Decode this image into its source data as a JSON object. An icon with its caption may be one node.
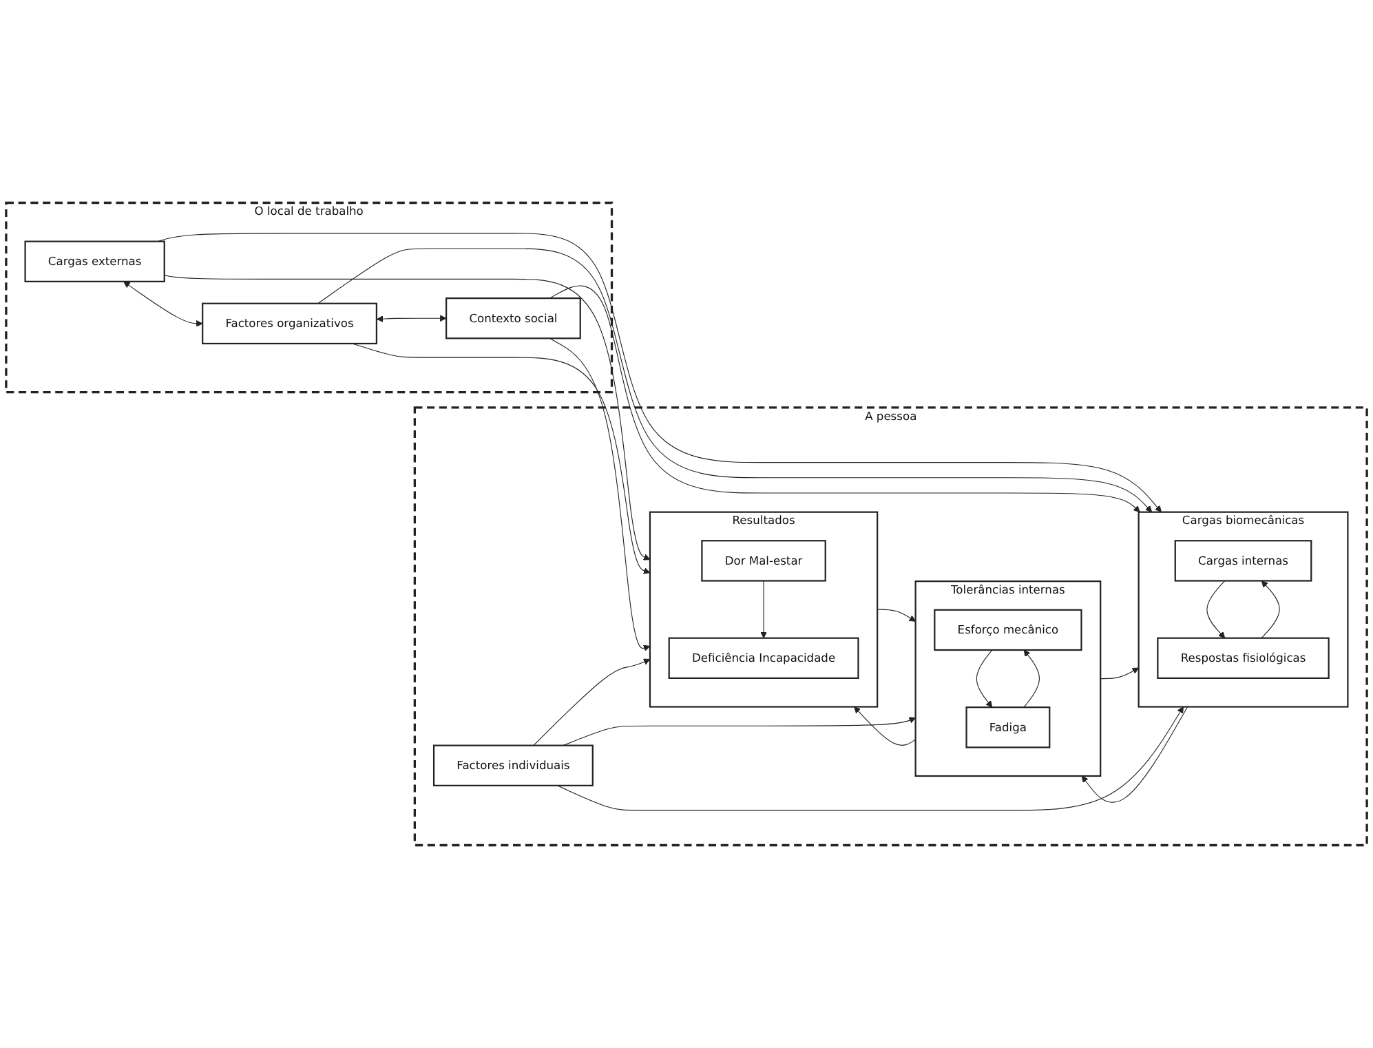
{
  "diagram": {
    "nodes": [
      {
        "text": [
          "O local de trabalho"
        ]
      },
      {
        "text": [
          "Cargas externas"
        ],
        "in": 0
      },
      {
        "text": [
          "Factores organizativos"
        ],
        "in": 0
      },
      {
        "text": [
          "Contexto social"
        ],
        "in": 0
      },
      {
        "text": [
          "A pessoa"
        ]
      },
      {
        "text": [
          "Cargas biomecânicas"
        ],
        "in": 4
      },
      {
        "text": [
          "Cargas internas"
        ],
        "in": 5
      },
      {
        "text": [
          "Respostas fisiológicas"
        ],
        "in": 5
      },
      {
        "text": [
          "Tolerâncias internas"
        ],
        "in": 4
      },
      {
        "text": [
          "Esforço mecânico"
        ],
        "in": 8
      },
      {
        "text": [
          "Fadiga"
        ],
        "in": 8
      },
      {
        "text": [
          "Resultados"
        ],
        "in": 4
      },
      {
        "text": [
          "Dor  Mal-estar"
        ],
        "in": 11
      },
      {
        "text": [
          "Deficiência Incapacidade"
        ],
        "in": 11
      },
      {
        "text": [
          "Factores individuais"
        ],
        "in": 4
      }
    ],
    "edges": [
      {
        "from": 1,
        "to": 5,
        "arrow": "to"
      },
      {
        "from": 1,
        "to": 11,
        "arrow": "to"
      },
      {
        "from": 1,
        "to": 2,
        "arrow": "both"
      },
      {
        "from": 2,
        "to": 3,
        "arrow": "both"
      },
      {
        "from": 2,
        "to": 5,
        "arrow": "to"
      },
      {
        "from": 2,
        "to": 11,
        "arrow": "to"
      },
      {
        "from": 3,
        "to": 5,
        "arrow": "to"
      },
      {
        "from": 3,
        "to": 11,
        "arrow": "to"
      },
      {
        "from": 6,
        "to": 7,
        "arrow": "to"
      },
      {
        "from": 7,
        "to": 6,
        "arrow": "to"
      },
      {
        "from": 5,
        "to": 8,
        "arrow": "to"
      },
      {
        "from": 8,
        "to": 5,
        "arrow": "to"
      },
      {
        "from": 9,
        "to": 10,
        "arrow": "to"
      },
      {
        "from": 10,
        "to": 9,
        "arrow": "to"
      },
      {
        "from": 8,
        "to": 11,
        "arrow": "to"
      },
      {
        "from": 11,
        "to": 8,
        "arrow": "to"
      },
      {
        "from": 12,
        "to": 13,
        "arrow": "to"
      },
      {
        "from": 14,
        "to": 5,
        "arrow": "to"
      },
      {
        "from": 14,
        "to": 8,
        "arrow": "to"
      },
      {
        "from": 14,
        "to": 11,
        "arrow": "to"
      }
    ]
  }
}
